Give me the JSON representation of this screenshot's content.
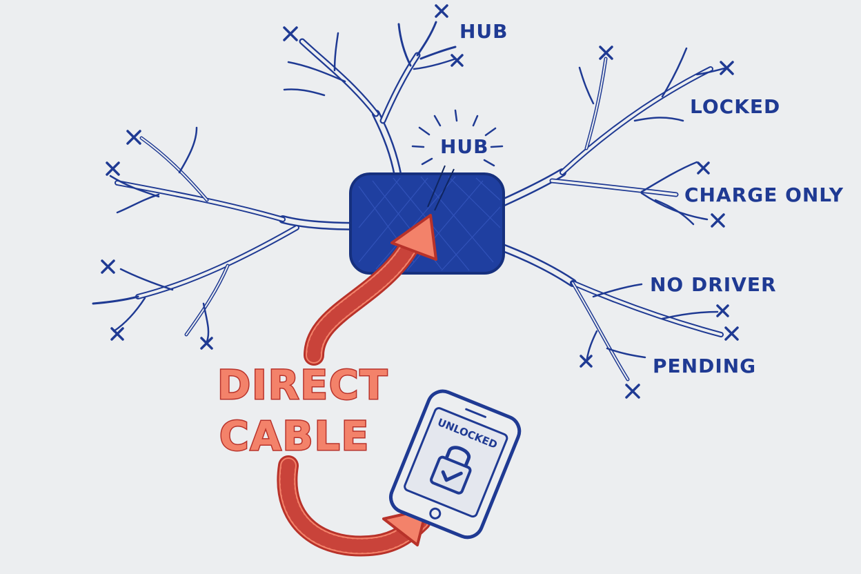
{
  "labels": {
    "hub_top": "HUB",
    "hub_center": "HUB",
    "locked": "LOCKED",
    "charge_only": "CHARGE ONLY",
    "no_driver": "NO DRIVER",
    "pending": "PENDING",
    "direct_line1": "DIRECT",
    "direct_line2": "CABLE",
    "phone_screen": "UNLOCKED"
  },
  "icons": {
    "dead_end": "x-mark-icon",
    "hub": "hub-block-icon",
    "phone": "phone-icon",
    "lock": "padlock-check-icon"
  },
  "colors": {
    "ink": "#1f3a93",
    "highlight": "#f3826a",
    "highlight_outline": "#b8322a",
    "paper": "#eceef0"
  }
}
